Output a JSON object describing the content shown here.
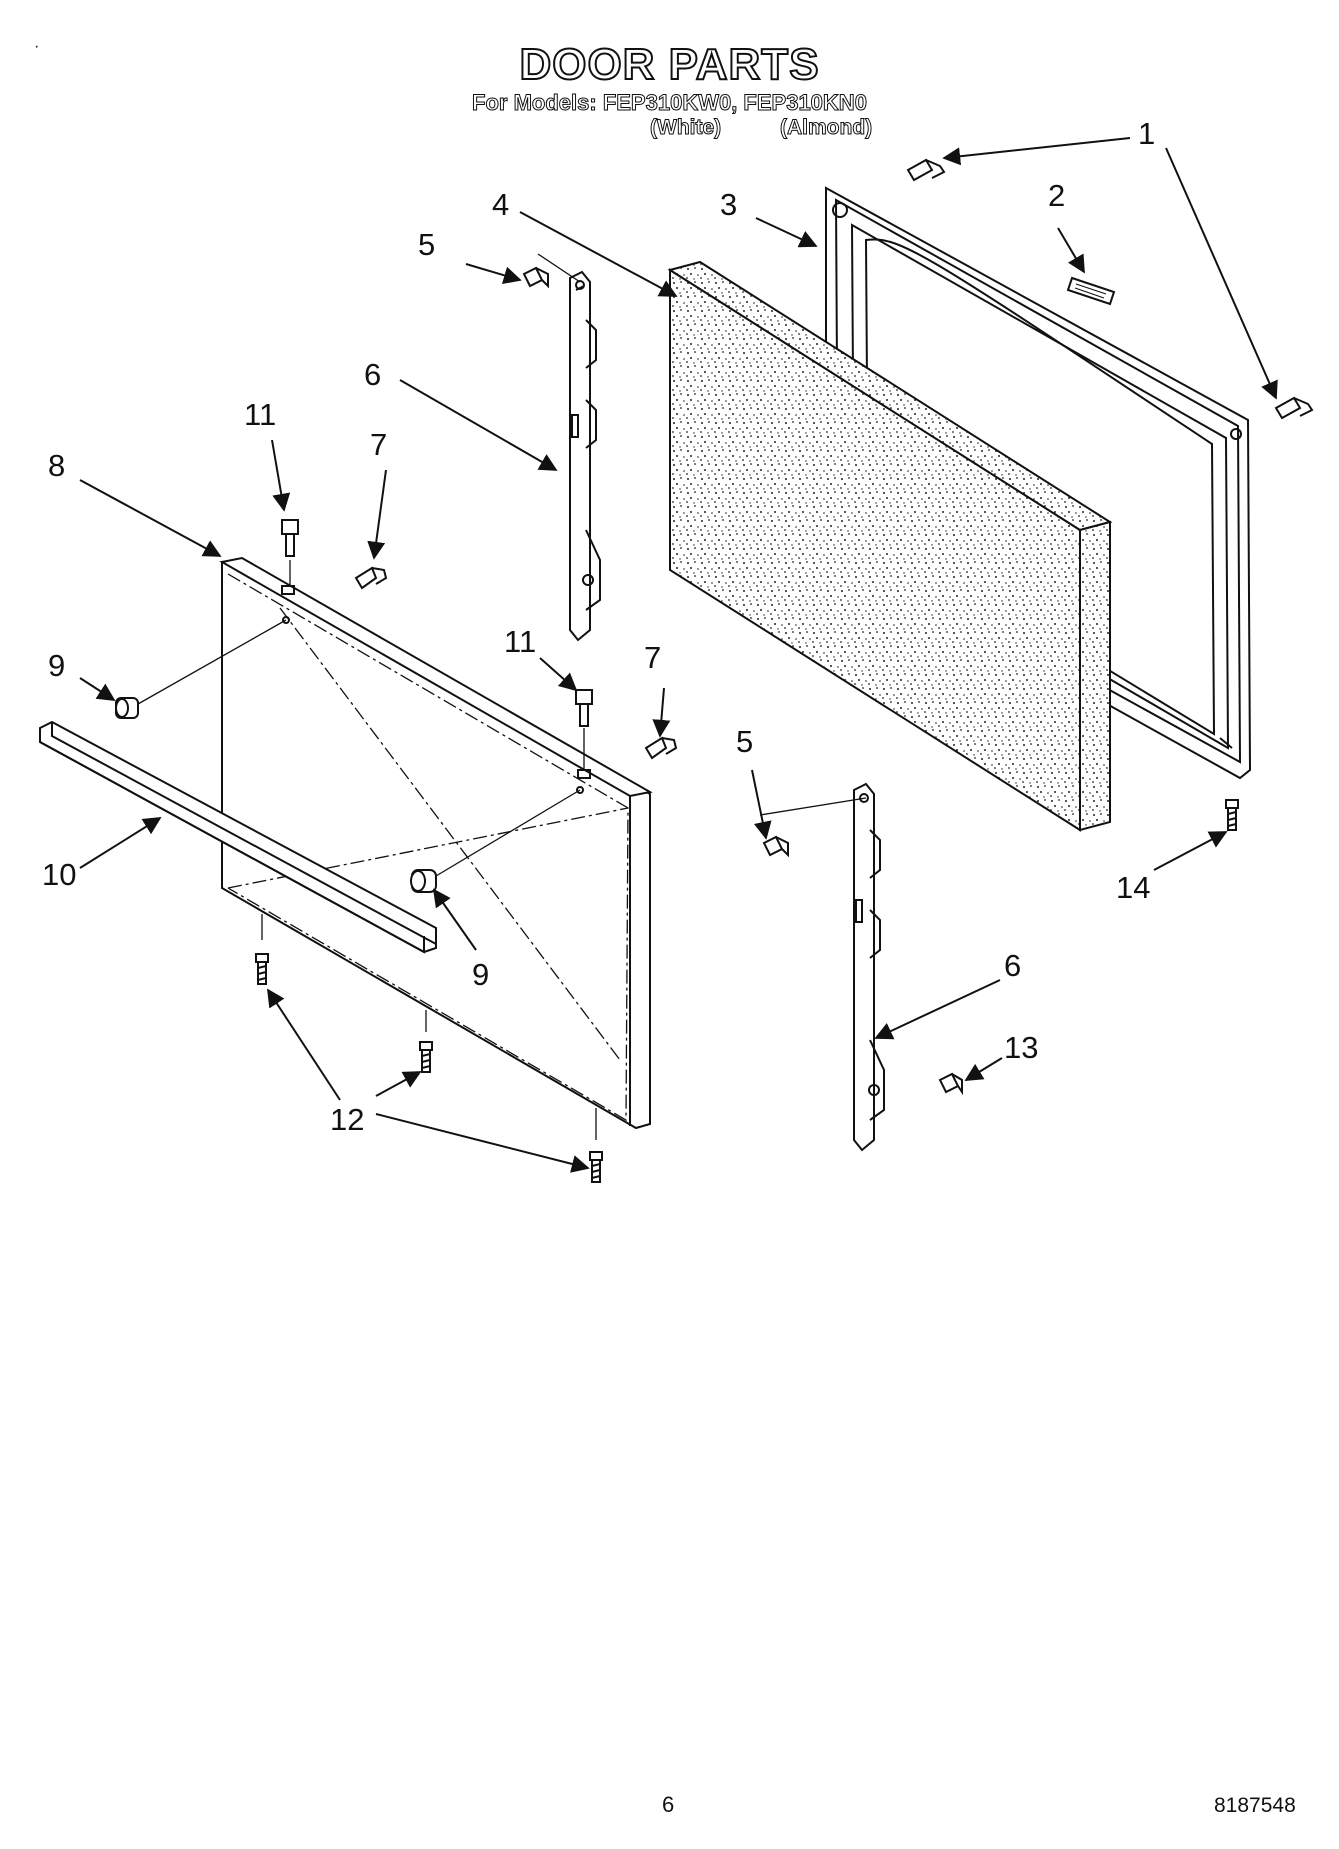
{
  "header": {
    "title": "DOOR PARTS",
    "models_line": "For Models: FEP310KW0, FEP310KN0",
    "variant_white": "(White)",
    "variant_almond": "(Almond)"
  },
  "callouts": {
    "c1": "1",
    "c2": "2",
    "c3": "3",
    "c4": "4",
    "c5a": "5",
    "c5b": "5",
    "c6a": "6",
    "c6b": "6",
    "c7a": "7",
    "c7b": "7",
    "c8": "8",
    "c9a": "9",
    "c9b": "9",
    "c10": "10",
    "c11a": "11",
    "c11b": "11",
    "c12": "12",
    "c13": "13",
    "c14": "14"
  },
  "footer": {
    "page_number": "6",
    "doc_number": "8187548"
  }
}
